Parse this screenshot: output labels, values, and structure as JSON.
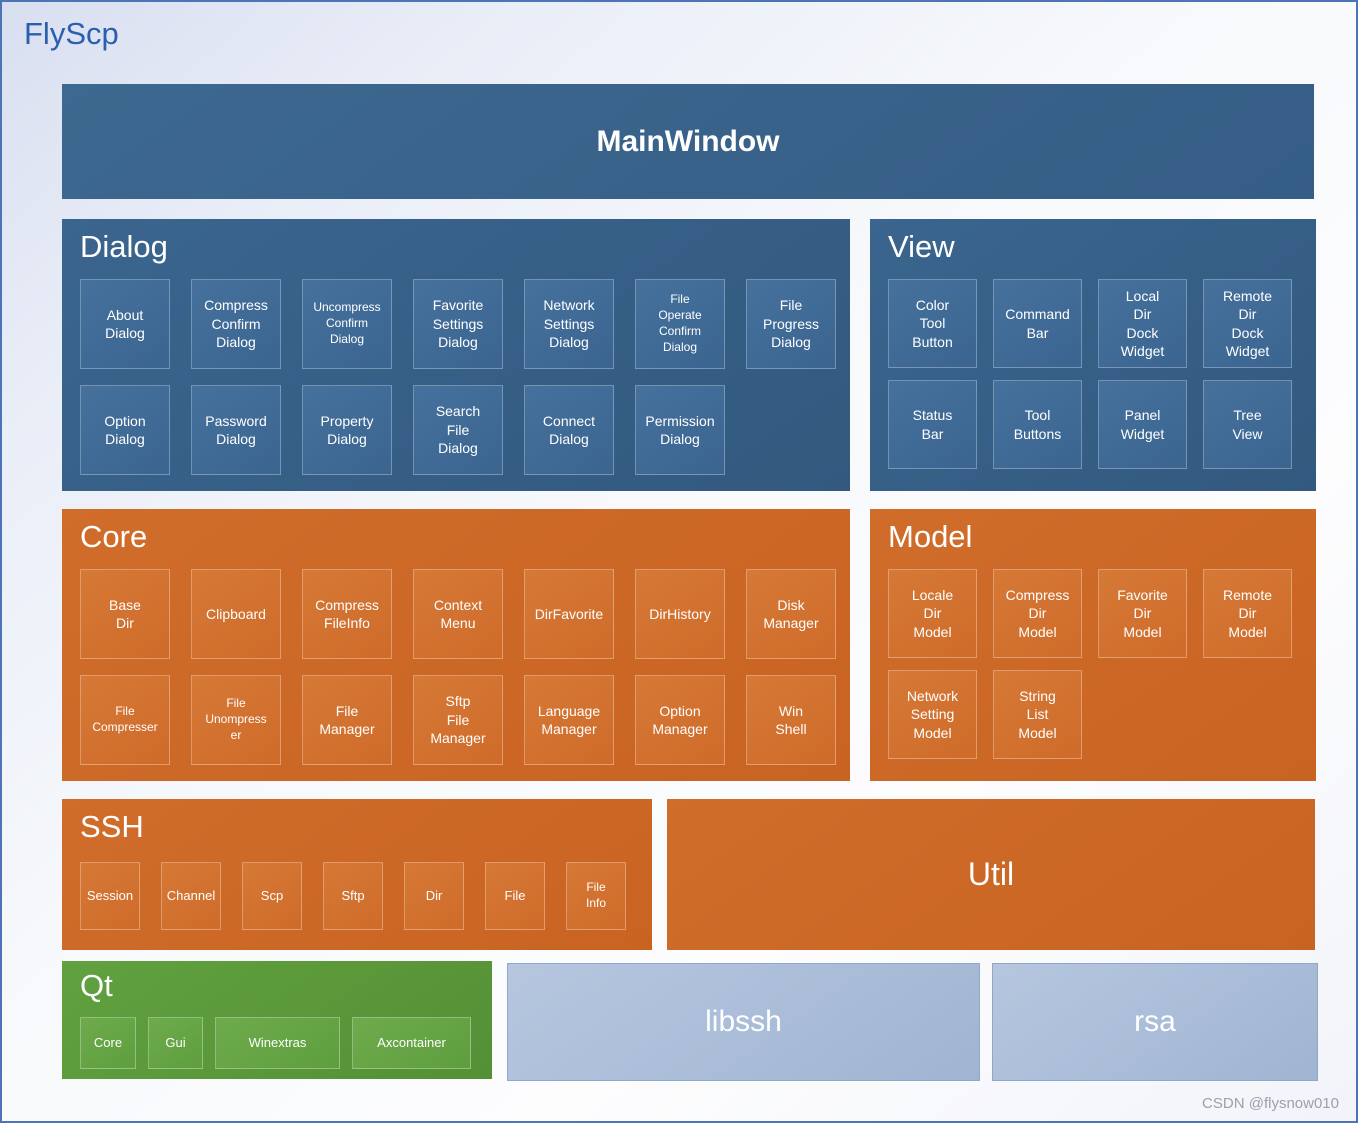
{
  "page": {
    "title": "FlyScp",
    "watermark": "CSDN @flysnow010"
  },
  "colors": {
    "page_border": "#4c74b6",
    "title_blue": "#2b5fad",
    "block_blue": "#38618a",
    "block_orange": "#cf6a27",
    "block_green": "#5a9e3a",
    "block_lightblue": "#aabdd8"
  },
  "main_window": {
    "label": "MainWindow"
  },
  "dialog": {
    "title": "Dialog",
    "row1": [
      "About\nDialog",
      "Compress\nConfirm\nDialog",
      "Uncompress\nConfirm\nDialog",
      "Favorite\nSettings\nDialog",
      "Network\nSettings\nDialog",
      "File\nOperate\nConfirm\nDialog",
      "File\nProgress\nDialog"
    ],
    "row2": [
      "Option\nDialog",
      "Password\nDialog",
      "Property\nDialog",
      "Search\nFile\nDialog",
      "Connect\nDialog",
      "Permission\nDialog"
    ]
  },
  "view": {
    "title": "View",
    "row1": [
      "Color\nTool\nButton",
      "Command\nBar",
      "Local\nDir\nDock\nWidget",
      "Remote\nDir\nDock\nWidget"
    ],
    "row2": [
      "Status\nBar",
      "Tool\nButtons",
      "Panel\nWidget",
      "Tree\nView"
    ]
  },
  "core": {
    "title": "Core",
    "row1": [
      "Base\nDir",
      "Clipboard",
      "Compress\nFileInfo",
      "Context\nMenu",
      "DirFavorite",
      "DirHistory",
      "Disk\nManager"
    ],
    "row2": [
      "File\nCompresser",
      "File\nUnompress\ner",
      "File\nManager",
      "Sftp\nFile\nManager",
      "Language\nManager",
      "Option\nManager",
      "Win\nShell"
    ]
  },
  "model": {
    "title": "Model",
    "row1": [
      "Locale\nDir\nModel",
      "Compress\nDir\nModel",
      "Favorite\nDir\nModel",
      "Remote\nDir\nModel"
    ],
    "row2": [
      "Network\nSetting\nModel",
      "String\nList\nModel"
    ]
  },
  "ssh": {
    "title": "SSH",
    "items": [
      "Session",
      "Channel",
      "Scp",
      "Sftp",
      "Dir",
      "File",
      "File\nInfo"
    ]
  },
  "util": {
    "title": "Util"
  },
  "qt": {
    "title": "Qt",
    "items": [
      "Core",
      "Gui",
      "Winextras",
      "Axcontainer"
    ]
  },
  "libssh": {
    "label": "libssh"
  },
  "rsa": {
    "label": "rsa"
  }
}
